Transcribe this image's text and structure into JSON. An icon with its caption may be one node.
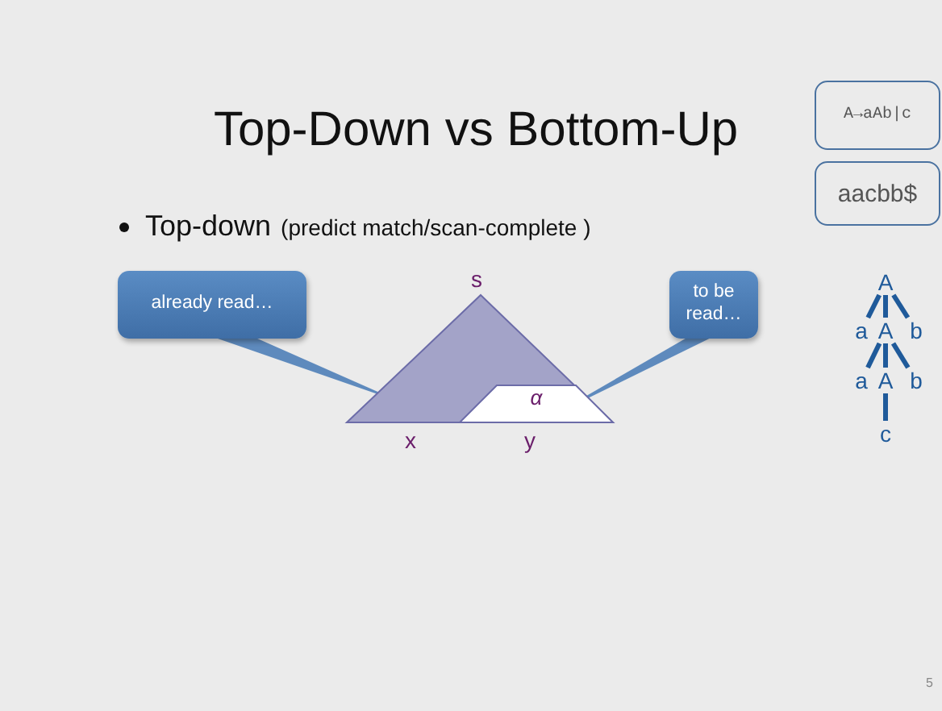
{
  "diagram": {
    "title": "Top-Down vs Bottom-Up",
    "nodes": [
      {
        "text": [
          "A→aAb|c"
        ]
      },
      {
        "text": [
          "aacbb$"
        ]
      },
      {
        "text": [
          "already read…"
        ]
      },
      {
        "text": [
          "to be read…"
        ]
      },
      {
        "text": [],
        "shape": "triangle"
      },
      {
        "text": [
          "α"
        ],
        "in": 4
      },
      {
        "text": [
          "A"
        ]
      },
      {
        "text": [
          "a"
        ]
      },
      {
        "text": [
          "A"
        ]
      },
      {
        "text": [
          "b"
        ]
      },
      {
        "text": [
          "a"
        ]
      },
      {
        "text": [
          "A"
        ]
      },
      {
        "text": [
          "b"
        ]
      },
      {
        "text": [
          "c"
        ]
      }
    ],
    "edges": [
      {
        "from": 2,
        "to": 4,
        "arrow": "none"
      },
      {
        "from": 3,
        "to": 5,
        "arrow": "none"
      },
      {
        "from": 6,
        "to": 7,
        "arrow": "none"
      },
      {
        "from": 6,
        "to": 8,
        "arrow": "none"
      },
      {
        "from": 6,
        "to": 9,
        "arrow": "none"
      },
      {
        "from": 8,
        "to": 10,
        "arrow": "none"
      },
      {
        "from": 8,
        "to": 11,
        "arrow": "none"
      },
      {
        "from": 8,
        "to": 12,
        "arrow": "none"
      },
      {
        "from": 11,
        "to": 13,
        "arrow": "none"
      }
    ],
    "labels": [
      "Top-down",
      "(predict match/scan-complete )",
      "s",
      "x",
      "y",
      "5"
    ]
  }
}
